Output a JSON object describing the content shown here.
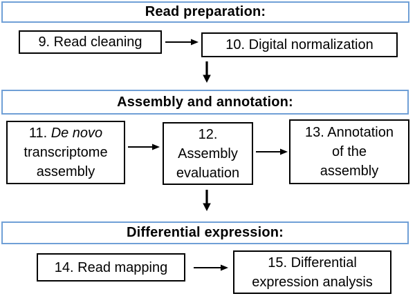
{
  "colors": {
    "header_border": "#6F9FD6",
    "box_border": "#000000",
    "background": "#ffffff",
    "text": "#000000"
  },
  "sections": [
    {
      "id": "read-preparation",
      "title": "Read preparation:",
      "boxes": [
        {
          "lines": [
            "9. Read cleaning"
          ]
        },
        {
          "lines": [
            "10. Digital normalization"
          ]
        }
      ]
    },
    {
      "id": "assembly-and-annotation",
      "title": "Assembly and annotation:",
      "boxes": [
        {
          "line1_prefix": "11. ",
          "line1_italic": "De novo",
          "lines": [
            "transcriptome",
            "assembly"
          ]
        },
        {
          "lines": [
            "12.",
            "Assembly",
            "evaluation"
          ]
        },
        {
          "lines": [
            "13. Annotation",
            "of the",
            "assembly"
          ]
        }
      ]
    },
    {
      "id": "differential-expression",
      "title": "Differential expression:",
      "boxes": [
        {
          "lines": [
            "14. Read mapping"
          ]
        },
        {
          "lines": [
            "15. Differential",
            "expression analysis"
          ]
        }
      ]
    }
  ]
}
